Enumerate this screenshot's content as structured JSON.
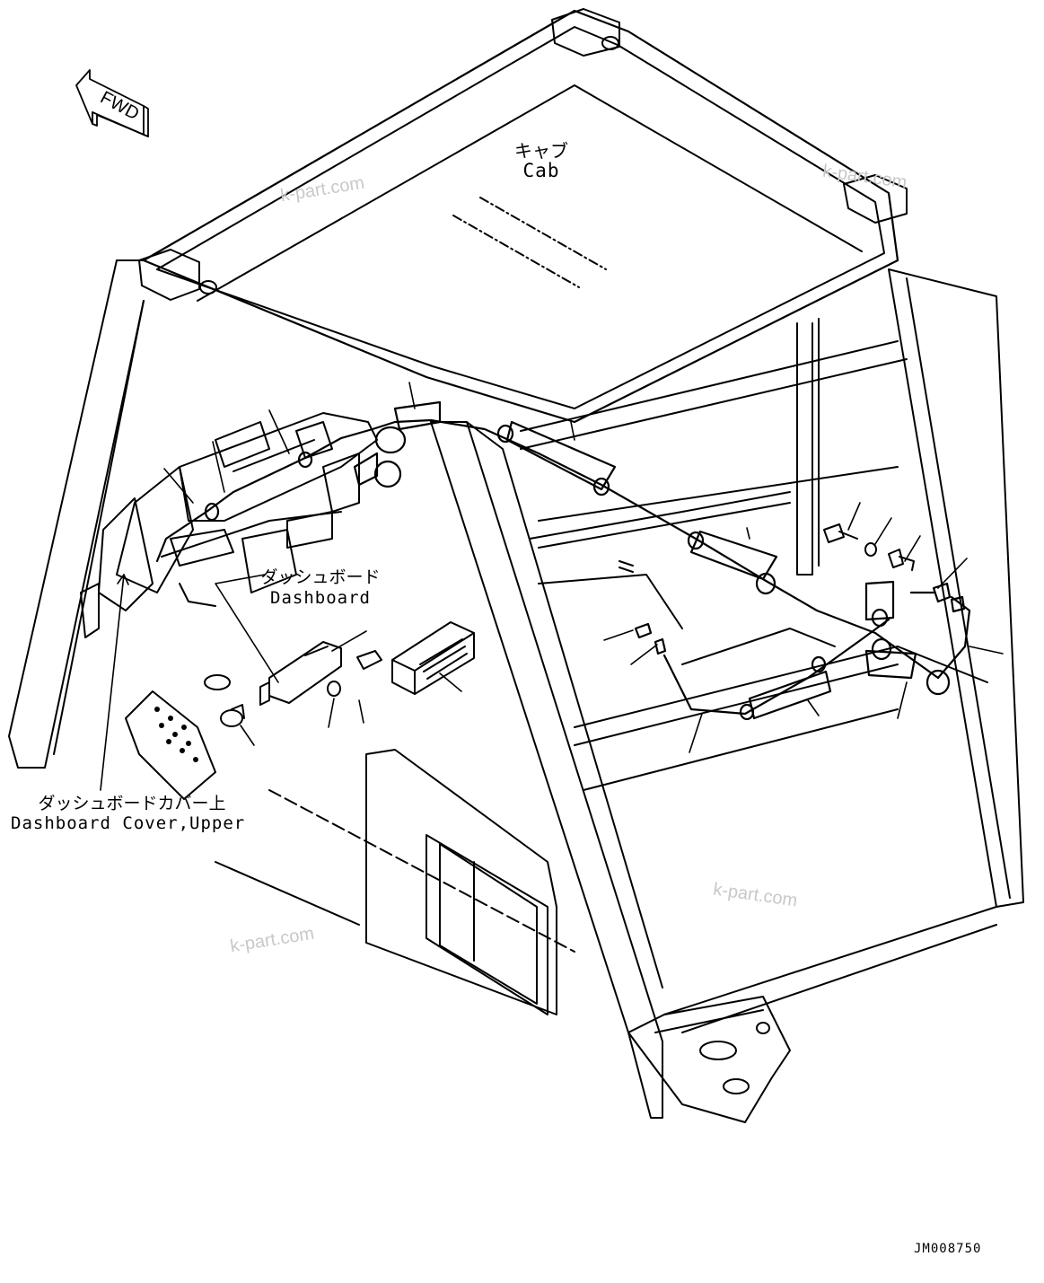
{
  "labels": {
    "cab_jp": "キャブ",
    "cab_en": "Cab",
    "dashboard_jp": "ダッシュボード",
    "dashboard_en": "Dashboard",
    "cover_jp": "ダッシュボードカバー上",
    "cover_en": "Dashboard Cover,Upper",
    "fwd": "FWD",
    "drawing_code": "JM008750"
  },
  "watermarks": [
    "k-part.com",
    "k-part.com",
    "k-part.com",
    "k-part.com"
  ],
  "colors": {
    "line": "#000000",
    "watermark": "#c8c8c8",
    "background": "#ffffff"
  }
}
